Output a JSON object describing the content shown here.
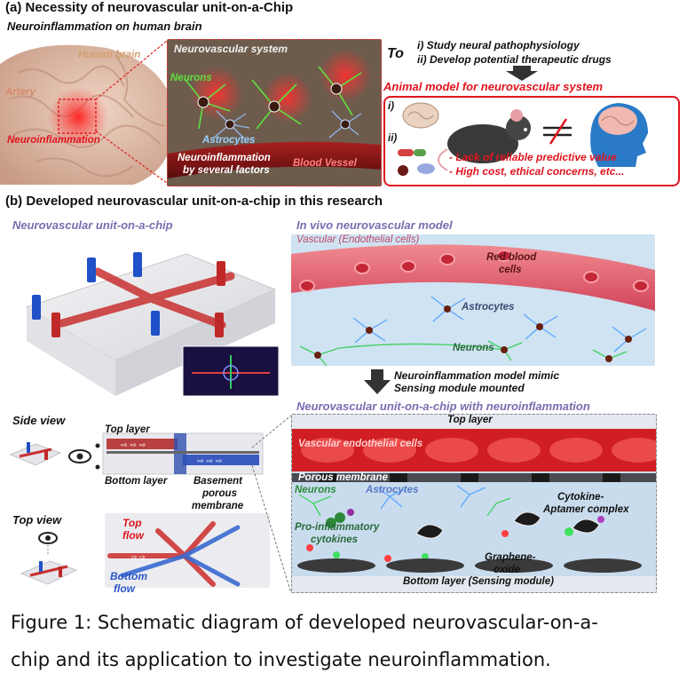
{
  "section_a": {
    "title": "(a) Necessity of neurovascular unit-on-a-Chip",
    "subtitle": "Neuroinflammation on human brain",
    "brain_labels": {
      "human_brain": "Human brain",
      "artery": "Artery",
      "neuroinflammation": "Neuroinflammation"
    },
    "nv_system": {
      "title": "Neurovascular system",
      "neurons": "Neurons",
      "astrocytes": "Astrocytes",
      "neuroinflammation_line1": "Neuroinflammation",
      "neuroinflammation_line2": "by several factors",
      "blood_vessel": "Blood Vessel"
    },
    "to": "To",
    "goals": [
      "i) Study neural pathophysiology",
      "ii) Develop potential therapeutic drugs"
    ],
    "animal_model": {
      "title": "Animal model for neurovascular system",
      "i": "i)",
      "ii": "ii)",
      "bullets": [
        "- Lack of reliable predictive value",
        "- High cost, ethical concerns, etc..."
      ]
    }
  },
  "section_b": {
    "title": "(b) Developed neurovascular unit-on-a-chip in this research",
    "chip_title": "Neurovascular unit-on-a-chip",
    "invivo": {
      "title": "In vivo neurovascular model",
      "vascular": "Vascular (Endothelial cells)",
      "rbc_line1": "Red blood",
      "rbc_line2": "cells",
      "astrocytes": "Astrocytes",
      "neurons": "Neurons"
    },
    "arrow_text": [
      "Neuroinflammation model mimic",
      "Sensing module mounted"
    ],
    "side_view": {
      "title": "Side view",
      "top_layer": "Top layer",
      "bottom_layer": "Bottom layer",
      "membrane": [
        "Basement",
        "porous",
        "membrane"
      ]
    },
    "top_view": {
      "title": "Top view",
      "top_flow": [
        "Top",
        "flow"
      ],
      "bottom_flow": [
        "Bottom",
        "flow"
      ]
    },
    "nuoc": {
      "title": "Neurovascular unit-on-a-chip with neuroinflammation",
      "top_layer": "Top layer",
      "vascular": "Vascular endothelial cells",
      "porous": "Porous membrane",
      "neurons": "Neurons",
      "astrocytes": "Astrocytes",
      "cytokine": [
        "Cytokine-",
        "Aptamer complex"
      ],
      "proinf": [
        "Pro-inflammatory",
        "cytokines"
      ],
      "graphene": [
        "Graphene-",
        "oxide"
      ],
      "bottom_layer": "Bottom layer (Sensing module)"
    }
  },
  "caption": [
    "Figure 1: Schematic diagram of developed neurovascular-on-a-",
    "chip and its application to investigate neuroinflammation."
  ],
  "colors": {
    "red_label": "#e0141e",
    "purple_label": "#7b6bb0",
    "blue_label": "#2a55c8"
  }
}
